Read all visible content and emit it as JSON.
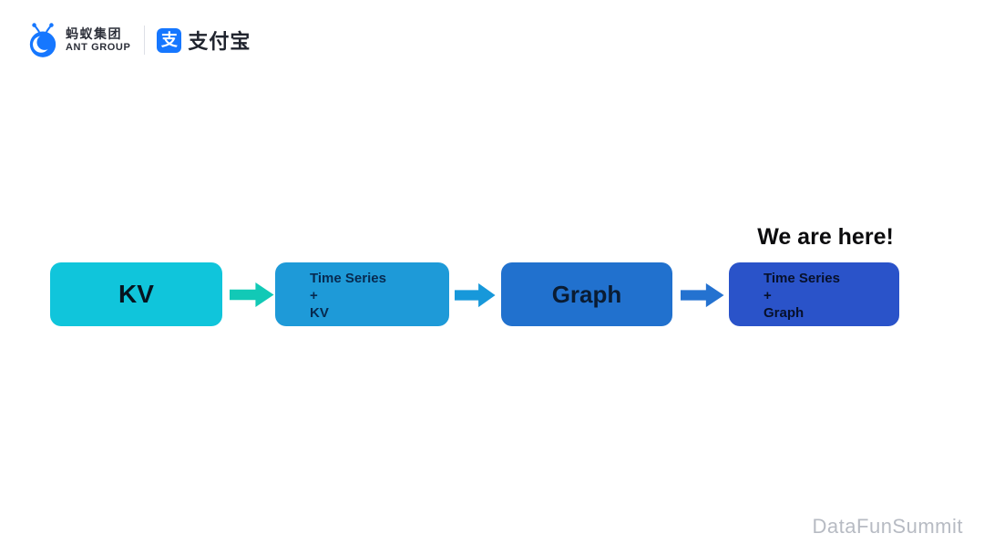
{
  "header": {
    "ant_group": {
      "brand_color": "#1677ff",
      "name_cn": "蚂蚁集团",
      "name_en": "ANT GROUP"
    },
    "alipay": {
      "brand_color": "#1677ff",
      "icon_glyph": "支",
      "wordmark": "支付宝"
    }
  },
  "diagram": {
    "annotation": "We are here!",
    "nodes": [
      {
        "lines": [
          "KV"
        ],
        "fill": "#10c5db",
        "text_color": "#06141f"
      },
      {
        "lines": [
          "Time Series",
          "+",
          "KV"
        ],
        "fill": "#1e9ad8",
        "text_color": "#072a50"
      },
      {
        "lines": [
          "Graph"
        ],
        "fill": "#2171ce",
        "text_color": "#0a1c33"
      },
      {
        "lines": [
          "Time Series",
          "+",
          "Graph"
        ],
        "fill": "#2a53c9",
        "text_color": "#07102a"
      }
    ],
    "arrows": [
      {
        "color": "#12c9b6"
      },
      {
        "color": "#1798da"
      },
      {
        "color": "#2472d0"
      }
    ]
  },
  "footer": {
    "watermark": "DataFunSummit"
  }
}
